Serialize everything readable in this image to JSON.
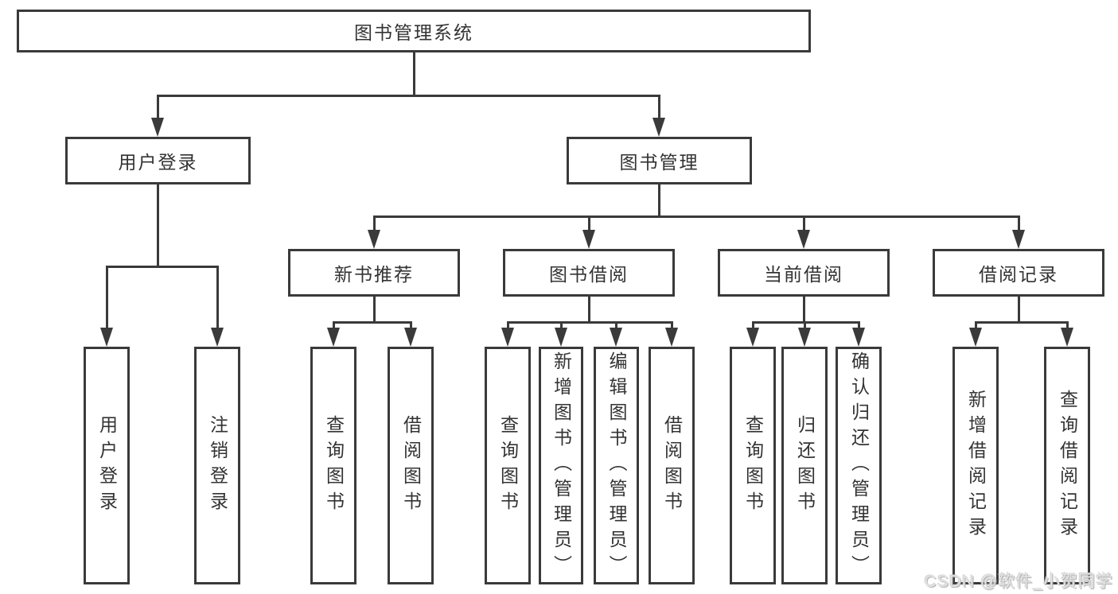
{
  "diagram": {
    "root": {
      "id": "root",
      "label": "图书管理系统"
    },
    "branches": [
      {
        "id": "login",
        "label": "用户登录",
        "children": [
          {
            "id": "leaf-user-login",
            "label": "用户登录"
          },
          {
            "id": "leaf-logout",
            "label": "注销登录"
          }
        ]
      },
      {
        "id": "mgmt",
        "label": "图书管理",
        "children": [
          {
            "id": "newbook",
            "label": "新书推荐",
            "children": [
              {
                "id": "nb-query",
                "label": "查询图书"
              },
              {
                "id": "nb-borrow",
                "label": "借阅图书"
              }
            ]
          },
          {
            "id": "borrow",
            "label": "图书借阅",
            "children": [
              {
                "id": "bw-query",
                "label": "查询图书"
              },
              {
                "id": "bw-add",
                "label": "新增图书（管理员）"
              },
              {
                "id": "bw-edit",
                "label": "编辑图书（管理员）"
              },
              {
                "id": "bw-borrow",
                "label": "借阅图书"
              }
            ]
          },
          {
            "id": "current",
            "label": "当前借阅",
            "children": [
              {
                "id": "cur-query",
                "label": "查询图书"
              },
              {
                "id": "cur-return",
                "label": "归还图书"
              },
              {
                "id": "cur-confirm",
                "label": "确认归还（管理员）"
              }
            ]
          },
          {
            "id": "records",
            "label": "借阅记录",
            "children": [
              {
                "id": "rec-add",
                "label": "新增借阅记录"
              },
              {
                "id": "rec-query",
                "label": "查询借阅记录"
              }
            ]
          }
        ]
      }
    ],
    "watermark": "CSDN @软件_小贺同学",
    "colors": {
      "line": "#3a3a3a",
      "text": "#333333",
      "background": "#ffffff",
      "watermark": "#e3e3e3"
    }
  }
}
